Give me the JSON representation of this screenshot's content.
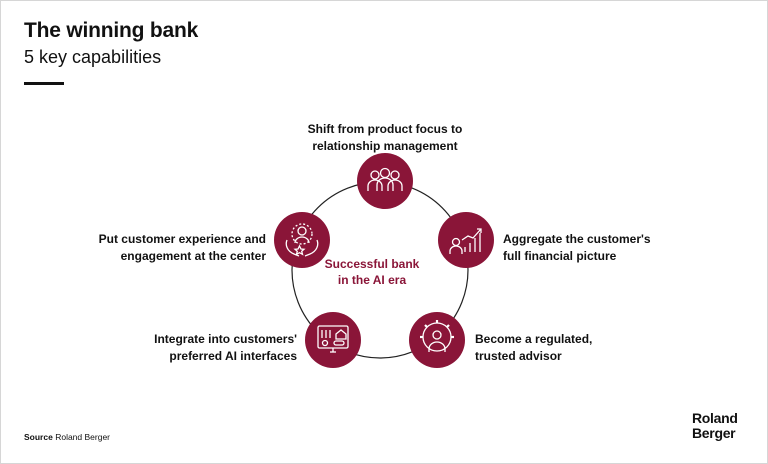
{
  "header": {
    "title": "The winning bank",
    "subtitle": "5 key capabilities"
  },
  "center": {
    "line1": "Successful bank",
    "line2": "in the AI era"
  },
  "capabilities": [
    {
      "icon": "people-group-icon",
      "line1": "Shift from product focus to",
      "line2": "relationship management"
    },
    {
      "icon": "growth-chart-icon",
      "line1": "Aggregate the customer's",
      "line2": "full financial picture"
    },
    {
      "icon": "advisor-gear-icon",
      "line1": "Become a regulated,",
      "line2": "trusted advisor"
    },
    {
      "icon": "dashboard-monitor-icon",
      "line1": "Integrate into customers'",
      "line2": "preferred AI interfaces"
    },
    {
      "icon": "customer-star-hands-icon",
      "line1": "Put customer experience and",
      "line2": "engagement at the center"
    }
  ],
  "footer": {
    "source_label": "Source",
    "source_text": "Roland Berger"
  },
  "logo": {
    "line1": "Roland",
    "line2": "Berger"
  },
  "colors": {
    "accent": "#8a1538",
    "text": "#111111",
    "ring": "#222222"
  }
}
